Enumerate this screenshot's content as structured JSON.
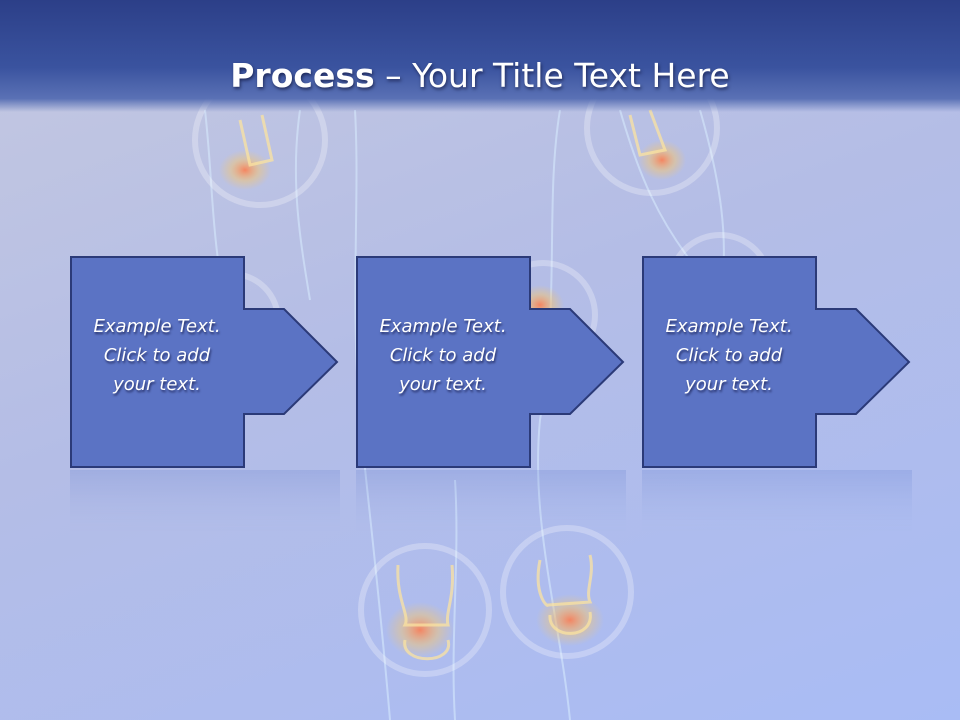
{
  "slide": {
    "title_bold": "Process",
    "title_rest": " – Your Title Text Here"
  },
  "steps": [
    {
      "line1": "Example Text.",
      "line2": "Click  to add",
      "line3": "your text."
    },
    {
      "line1": "Example Text.",
      "line2": "Click  to add",
      "line3": "your text."
    },
    {
      "line1": "Example Text.",
      "line2": "Click  to add",
      "line3": "your text."
    }
  ],
  "colors": {
    "header": "#2c3f88",
    "box_fill": "#5b73c4",
    "box_stroke": "#2b3a78",
    "text": "#ffffff"
  }
}
